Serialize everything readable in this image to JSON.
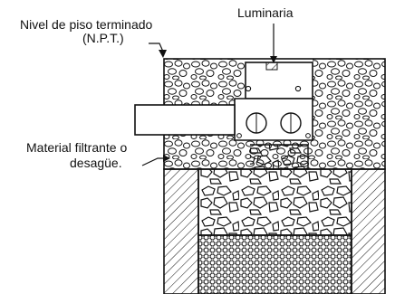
{
  "labels": {
    "floor_line1": "Nivel de piso terminado",
    "floor_line2": "(N.P.T.)",
    "fixture": "Luminaria",
    "filter_line1": "Material filtrante o",
    "filter_line2": "desagüe."
  },
  "colors": {
    "ink": "#111111",
    "background": "#ffffff"
  }
}
